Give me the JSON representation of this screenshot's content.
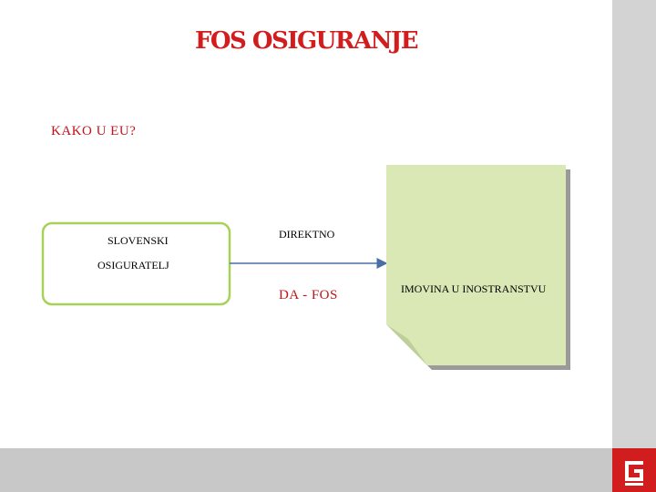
{
  "slide": {
    "title": "FOS OSIGURANJE",
    "subtitle": "KAKO U EU?"
  },
  "diagram": {
    "source_line1": "SLOVENSKI",
    "source_line2": "OSIGURATELJ",
    "arrow_label_top": "DIREKTNO",
    "arrow_label_bottom": "DA - FOS",
    "target_label": "IMOVINA U INOSTRANSTVU"
  },
  "colors": {
    "title_red": "#d11d1d",
    "box_border": "#a8d15a",
    "note_fill": "#d9e8b4",
    "side_bar": "#d3d3d3",
    "logo_red": "#d11d1d"
  },
  "icons": {
    "logo": "company-logo-icon"
  }
}
